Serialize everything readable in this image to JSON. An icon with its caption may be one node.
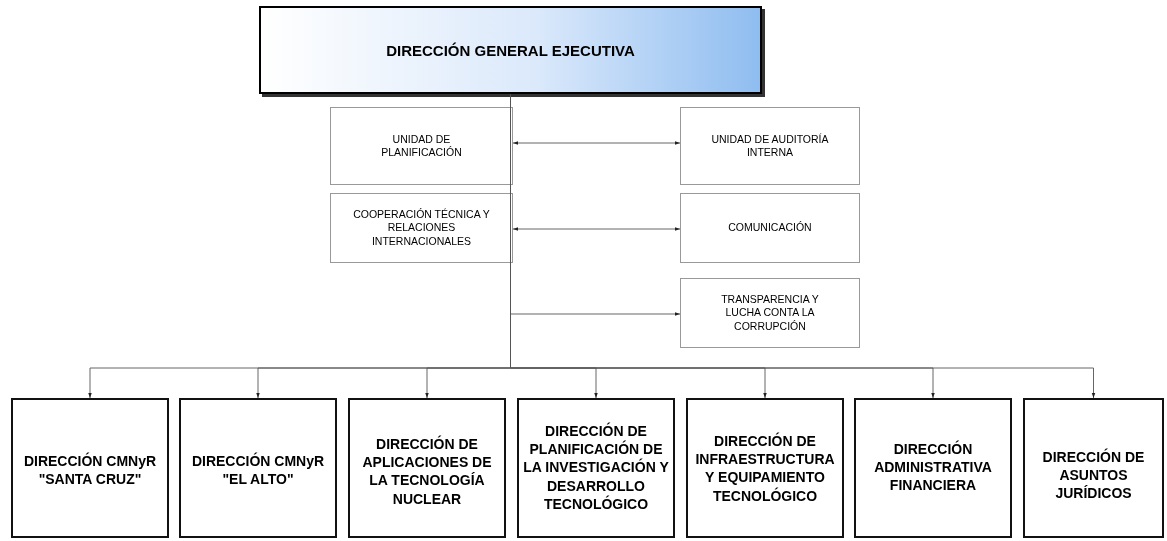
{
  "diagram": {
    "nodes": [
      {
        "text": [
          "DIRECCIÓN GENERAL EJECUTIVA"
        ]
      },
      {
        "text": [
          "UNIDAD DE PLANIFICACIÓN"
        ]
      },
      {
        "text": [
          "UNIDAD DE AUDITORÍA INTERNA"
        ]
      },
      {
        "text": [
          "COOPERACIÓN TÉCNICA Y RELACIONES INTERNACIONALES"
        ]
      },
      {
        "text": [
          "COMUNICACIÓN"
        ]
      },
      {
        "text": [
          "TRANSPARENCIA Y LUCHA CONTA LA CORRUPCIÓN"
        ]
      },
      {
        "text": [
          "DIRECCIÓN CMNyR \"SANTA CRUZ\""
        ]
      },
      {
        "text": [
          "DIRECCIÓN CMNyR \"EL ALTO\""
        ]
      },
      {
        "text": [
          "DIRECCIÓN DE APLICACIONES DE LA TECNOLOGÍA NUCLEAR"
        ]
      },
      {
        "text": [
          "DIRECCIÓN DE PLANIFICACIÓN DE LA INVESTIGACIÓN Y DESARROLLO TECNOLÓGICO"
        ]
      },
      {
        "text": [
          "DIRECCIÓN DE INFRAESTRUCTURA Y EQUIPAMIENTO TECNOLÓGICO"
        ]
      },
      {
        "text": [
          "DIRECCIÓN ADMINISTRATIVA FINANCIERA"
        ]
      },
      {
        "text": [
          "DIRECCIÓN DE ASUNTOS JURÍDICOS"
        ]
      }
    ],
    "edges": [
      {
        "from": 1,
        "to": 2,
        "arrow": "both"
      },
      {
        "from": 3,
        "to": 4,
        "arrow": "both"
      },
      {
        "from": 0,
        "to": 5,
        "arrow": "to"
      },
      {
        "from": 0,
        "to": 6,
        "arrow": "to"
      },
      {
        "from": 0,
        "to": 7,
        "arrow": "to"
      },
      {
        "from": 0,
        "to": 8,
        "arrow": "to"
      },
      {
        "from": 0,
        "to": 9,
        "arrow": "to"
      },
      {
        "from": 0,
        "to": 10,
        "arrow": "to"
      },
      {
        "from": 0,
        "to": 11,
        "arrow": "to"
      },
      {
        "from": 0,
        "to": 12,
        "arrow": "to"
      }
    ]
  }
}
